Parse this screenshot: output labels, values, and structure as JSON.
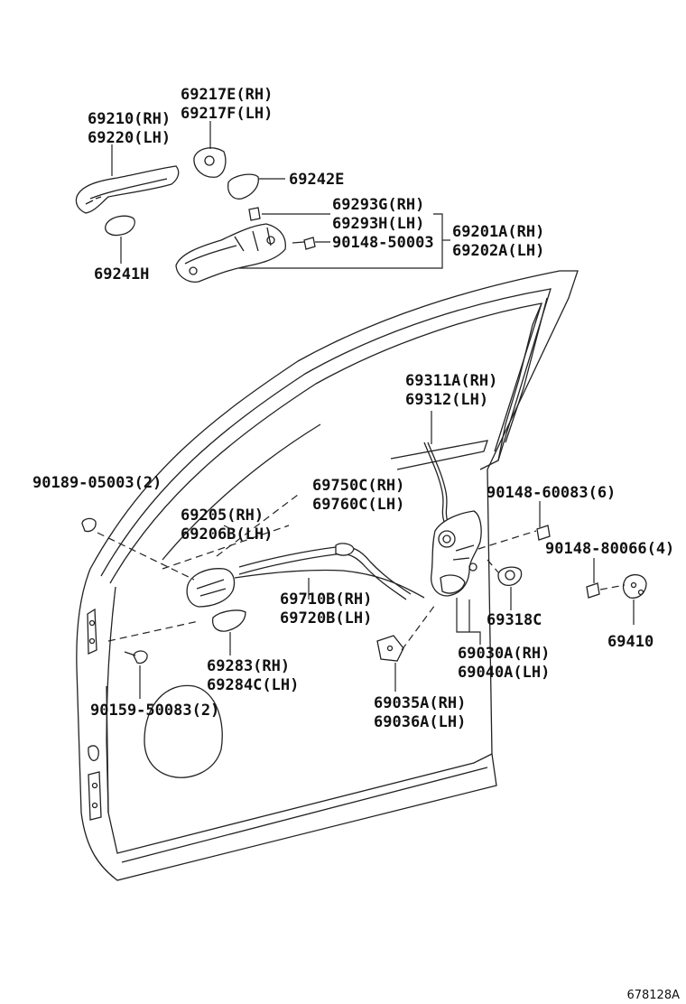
{
  "diagram": {
    "id": "678128A",
    "labels": {
      "handle_cover": [
        "69217E(RH)",
        "69217F(LH)"
      ],
      "outside_handle": [
        "69210(RH)",
        "69220(LH)"
      ],
      "pad_rear": "69242E",
      "pad_front": "69241H",
      "cylinder_cover": [
        "69293G(RH)",
        "69293H(LH)"
      ],
      "handle_frame": [
        "69201A(RH)",
        "69202A(LH)"
      ],
      "frame_screw": "90148-50003",
      "rod": [
        "69311A(RH)",
        "69312(LH)"
      ],
      "clip_left": "90189-05003(2)",
      "inside_cable": [
        "69750C(RH)",
        "69760C(LH)"
      ],
      "inside_handle": [
        "69205(RH)",
        "69206B(LH)"
      ],
      "lock_screw": "90148-60083(6)",
      "striker_screw": "90148-80066(4)",
      "lock_cable": [
        "69710B(RH)",
        "69720B(LH)"
      ],
      "grommet": "69318C",
      "striker": "69410",
      "handle_bezel": [
        "69283(RH)",
        "69284C(LH)"
      ],
      "door_lock": [
        "69030A(RH)",
        "69040A(LH)"
      ],
      "screw_bottom": "90159-50083(2)",
      "bracket": [
        "69035A(RH)",
        "69036A(LH)"
      ]
    }
  }
}
